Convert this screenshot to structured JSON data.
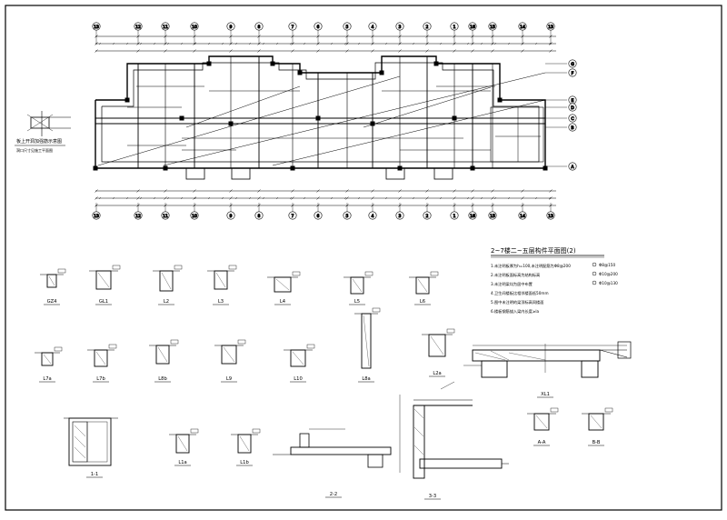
{
  "drawing": {
    "title": "2~7楼二~五层构件平面图(2)",
    "colors": {
      "ink": "#000000",
      "paper": "#ffffff",
      "hatch": "#555555"
    }
  },
  "top_plan": {
    "axis_labels_top": [
      "13",
      "12",
      "11",
      "10",
      "9",
      "8",
      "7",
      "6",
      "5",
      "4",
      "3",
      "2",
      "1",
      "16",
      "15",
      "14",
      "13"
    ],
    "axis_labels_bottom": [
      "13",
      "12",
      "11",
      "10",
      "9",
      "8",
      "7",
      "6",
      "5",
      "4",
      "3",
      "2",
      "1",
      "16",
      "15",
      "14",
      "13"
    ],
    "axis_labels_right": [
      "G",
      "F",
      "E",
      "D",
      "C",
      "B",
      "A"
    ]
  },
  "side_note": {
    "line1": "板上开洞加强筋示意图",
    "line2": "洞口尺寸见施工平面图"
  },
  "notes": {
    "items": [
      "1.未注明板厚为h=100,未注明配筋为Φ8@200",
      "2.未注明板面标高为结构标高",
      "3.未注明梁均为居中布置",
      "4.卫生间楼板比相邻楼面低50mm",
      "5.图中未注明的梁顶标高同楼面",
      "6.楼板钢筋锚入梁内长度≥la"
    ],
    "legend": [
      "Φ8@150",
      "Φ10@200",
      "Φ10@130"
    ]
  },
  "sections": {
    "labels": [
      "GZ4",
      "GL1",
      "L2",
      "L3",
      "L4",
      "L5",
      "L6",
      "L7a",
      "L7b",
      "L8b",
      "L9",
      "L10",
      "L8a",
      "L2a",
      "XL1",
      "1-1",
      "L1a",
      "L1b",
      "2-2",
      "3-3",
      "A-A",
      "B-B"
    ]
  }
}
